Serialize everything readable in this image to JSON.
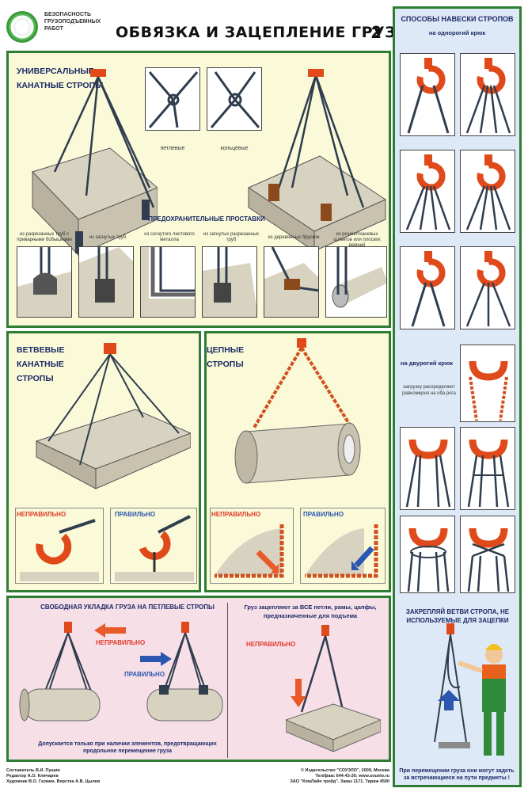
{
  "header": {
    "logo_icon": "safety-cycle-logo",
    "subtitle": "БЕЗОПАСНОСТЬ ГРУЗОПОДЪЕМНЫХ РАБОТ",
    "title": "ОБВЯЗКА И ЗАЦЕПЛЕНИЕ ГРУЗА",
    "number": "2"
  },
  "universal": {
    "heading": "УНИВЕРСАЛЬНЫЕ КАНАТНЫЕ СТРОПЫ",
    "loop_label": "петлевые",
    "ring_label": "кольцевые",
    "spacers_heading": "ПРЕДОХРАНИТЕЛЬНЫЕ ПРОСТАВКИ",
    "spacers": [
      "из разрезанных труб с приварными бобышками",
      "из загнутых труб",
      "из согнутого листового металла",
      "из загнутых разрезанных труб",
      "из деревянных брусков",
      "из резинотканевых шлангов или плоских ремней"
    ]
  },
  "branch": {
    "heading": "ВЕТВЕВЫЕ КАНАТНЫЕ СТРОПЫ",
    "wrong": "НЕПРАВИЛЬНО",
    "right": "ПРАВИЛЬНО"
  },
  "chain": {
    "heading": "ЦЕПНЫЕ СТРОПЫ",
    "wrong": "НЕПРАВИЛЬНО",
    "right": "ПРАВИЛЬНО"
  },
  "free_lay": {
    "heading": "СВОБОДНАЯ УКЛАДКА ГРУЗА НА ПЕТЛЕВЫЕ СТРОПЫ",
    "wrong": "НЕПРАВИЛЬНО",
    "right": "ПРАВИЛЬНО",
    "note": "Допускается только при наличии элементов, предотвращающих продольное перемещение груза"
  },
  "all_loops": {
    "heading": "Груз зацепляют за ВСЕ петли, рамы, цапфы, предназначенные для подъема",
    "wrong": "НЕПРАВИЛЬНО"
  },
  "sidebar": {
    "heading": "СПОСОБЫ НАВЕСКИ СТРОПОВ",
    "single_hook": "на однорогий крюк",
    "double_hook_title": "на двурогий крюк",
    "double_hook_note": "нагрузку распределяют равномерно на оба рога",
    "secure_heading": "ЗАКРЕПЛЯЙ ВЕТВИ СТРОПА, НЕ ИСПОЛЬЗУЕМЫЕ ДЛЯ ЗАЦЕПКИ",
    "secure_note": "При перемещении груза они могут задеть за встречающиеся на пути предметы !"
  },
  "footer": {
    "credits_1": "Составитель В.И. Пушин",
    "credits_2": "Редактор А.О. Клячарев",
    "credits_3": "Художник В.О. Газмин. Верстка А.В. Цылев",
    "publisher_1": "© Издательство \"СОУЭЛО\", 2009, Москва",
    "publisher_2": "Тел/факс 644-43-26; www.souelo.ru",
    "publisher_3": "ЗАО \"КомЛайн трейд\". Заказ 1171. Тираж 4500"
  },
  "colors": {
    "frame_green": "#2e7d32",
    "hook_red": "#e04a1a",
    "heading_navy": "#1c2a66",
    "panel_yellow": "#faf9d8",
    "panel_blue": "#dde9f6",
    "panel_pink": "#f7dfe8"
  }
}
